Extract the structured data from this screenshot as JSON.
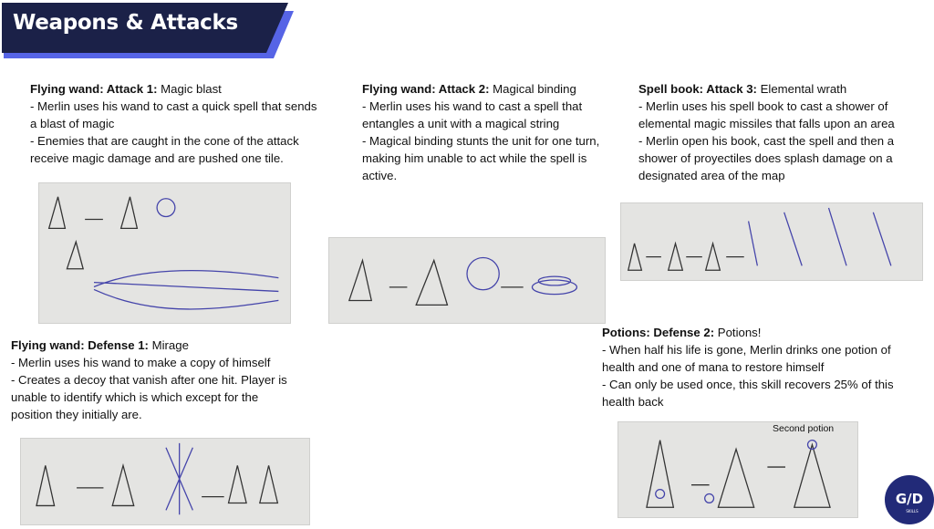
{
  "header": {
    "title": "Weapons & Attacks",
    "colors": {
      "navy": "#1b2148",
      "accent": "#5664e6"
    }
  },
  "sections": [
    {
      "title": "Flying wand: Attack 1:",
      "name": "Magic blast",
      "lines": [
        "- Merlin uses his wand to cast a quick spell that sends a blast of magic",
        "- Enemies that are caught in the cone of the attack receive magic damage and are pushed one tile."
      ]
    },
    {
      "title": "Flying wand: Attack 2:",
      "name": "Magical binding",
      "lines": [
        "- Merlin uses his wand to cast a spell that entangles a unit with a magical string",
        "- Magical binding stunts the unit for one turn, making him unable to act while the spell is active."
      ]
    },
    {
      "title": "Spell book: Attack 3:",
      "name": "Elemental wrath",
      "lines": [
        "- Merlin uses his spell book to cast a shower of elemental magic missiles that falls upon an area",
        "- Merlin open his book, cast the spell and then a shower of proyectiles does splash damage on a designated area of the map"
      ]
    },
    {
      "title": "Flying wand: Defense 1:",
      "name": "Mirage",
      "lines": [
        "- Merlin uses his wand to make a copy of himself",
        "- Creates a decoy that vanish after one hit. Player is unable to identify which is which except for the position they initially are."
      ]
    },
    {
      "title": "Potions: Defense 2:",
      "name": "Potions!",
      "lines": [
        "- When half his life is gone, Merlin drinks one potion of health and one of mana to restore himself",
        "- Can only be used once, this skill recovers 25% of this health back"
      ]
    }
  ],
  "sketch_note": "Second potion",
  "logo": {
    "text": "G/D SKILLS"
  }
}
